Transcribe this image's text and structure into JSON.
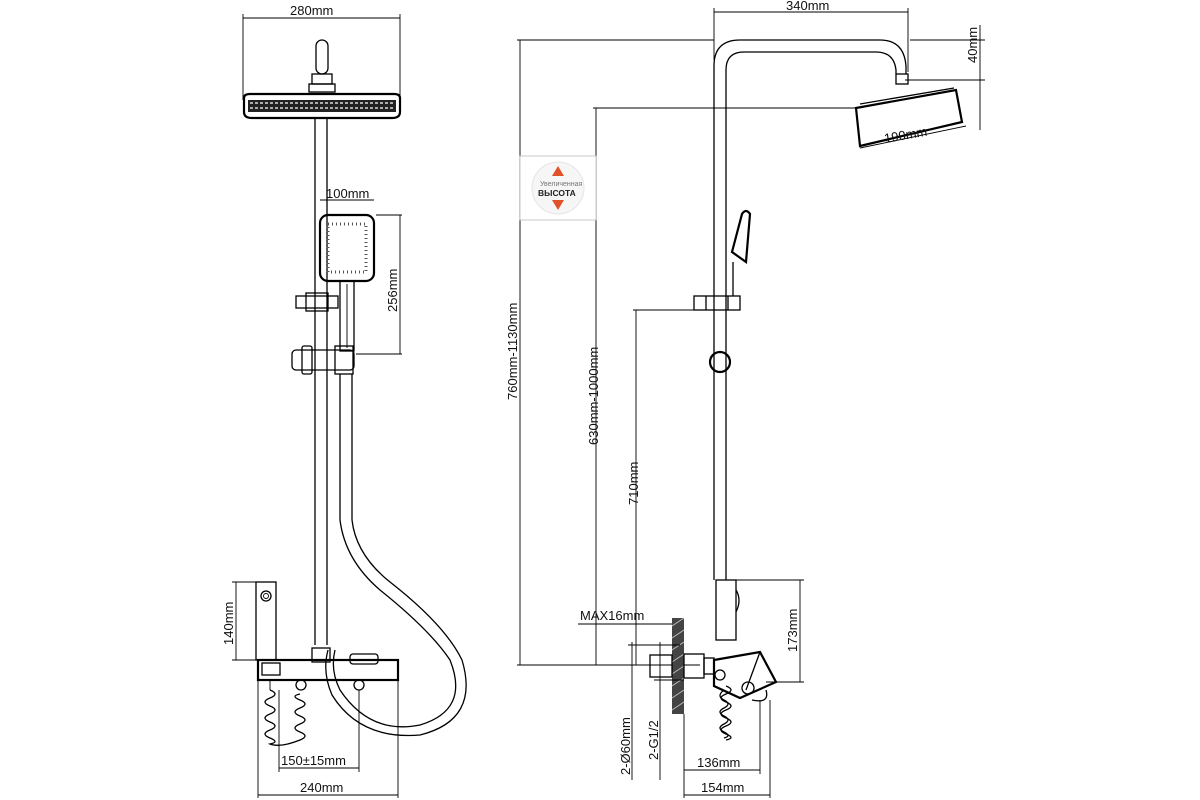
{
  "front_view": {
    "overhead_width": "280mm",
    "handshower_width": "100mm",
    "handshower_height": "256mm",
    "bidet_height": "140mm",
    "inlet_spacing": "150±15mm",
    "mixer_width": "240mm"
  },
  "side_view": {
    "arm_reach": "340mm",
    "head_drop": "40mm",
    "head_diameter": "190mm",
    "total_height": "760mm-1130mm",
    "adjustable_height": "630mm-1000mm",
    "holder_height": "710mm",
    "mixer_height": "173mm",
    "max_wall": "MAX16mm",
    "flange": "2-Ø60mm",
    "thread": "2-G1/2",
    "depth_1": "136mm",
    "depth_2": "154mm"
  },
  "badge": {
    "line1": "Увеличенная",
    "line2": "ВЫСОТА",
    "arrow_color": "#e0522a"
  }
}
